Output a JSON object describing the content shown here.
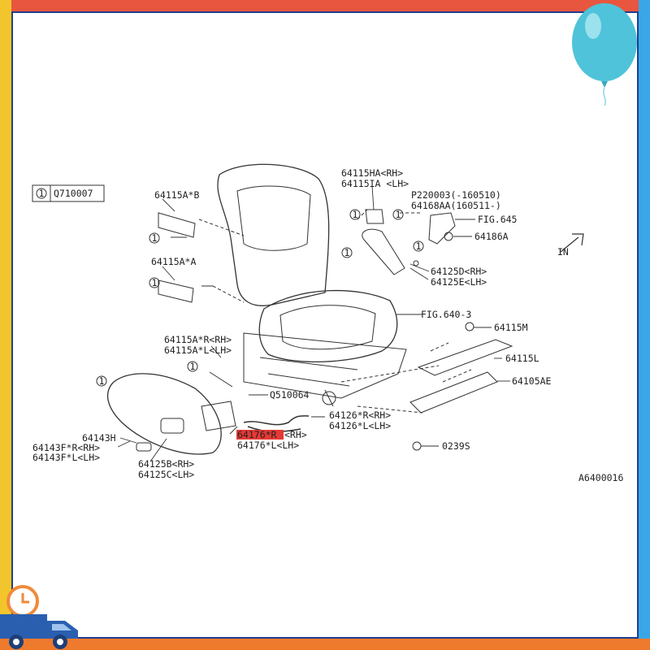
{
  "frame": {
    "top_color": "#e8563f",
    "left_color": "#f3c52c",
    "right_color": "#3aa6e8",
    "bottom_color": "#ee7a2e",
    "rule_color": "#1f3f8f"
  },
  "diagram": {
    "ref_box_number": "1",
    "ref_box_code": "Q710007",
    "labels": {
      "p64115HA": "64115HA<RH>",
      "p64115IA": "64115IA <LH>",
      "pP220003": "P220003(-160510)",
      "p64168AA": "64168AA(160511-)",
      "fig645": "FIG.645",
      "p64186A": "64186A",
      "p64115AB": "64115A*B",
      "p64115AA": "64115A*A",
      "p64125D": "64125D<RH>",
      "p64125E": "64125E<LH>",
      "fig640": "FIG.640-3",
      "p64115M": "64115M",
      "p64115AR": "64115A*R<RH>",
      "p64115AL": "64115A*L<LH>",
      "p64115L": "64115L",
      "p64105AE": "64105AE",
      "pQ510064": "Q510064",
      "p64126R": "64126*R<RH>",
      "p64126L": "64126*L<LH>",
      "p64143H": "64143H",
      "p64143FR": "64143F*R<RH>",
      "p64143FL": "64143F*L<LH>",
      "p64176R_part": "64176*R",
      "p64176R_side": "<RH>",
      "p64176L": "64176*L<LH>",
      "p64125B": "64125B<RH>",
      "p64125C": "64125C<LH>",
      "p0239S": "0239S",
      "in_arrow": "IN",
      "fig_code": "A6400016",
      "callout_1": "1"
    },
    "highlight_color": "#e53935"
  },
  "decor": {
    "balloon_color": "#4fc3d9",
    "truck_color": "#2a5fb0",
    "clock_color": "#f08a3a"
  }
}
